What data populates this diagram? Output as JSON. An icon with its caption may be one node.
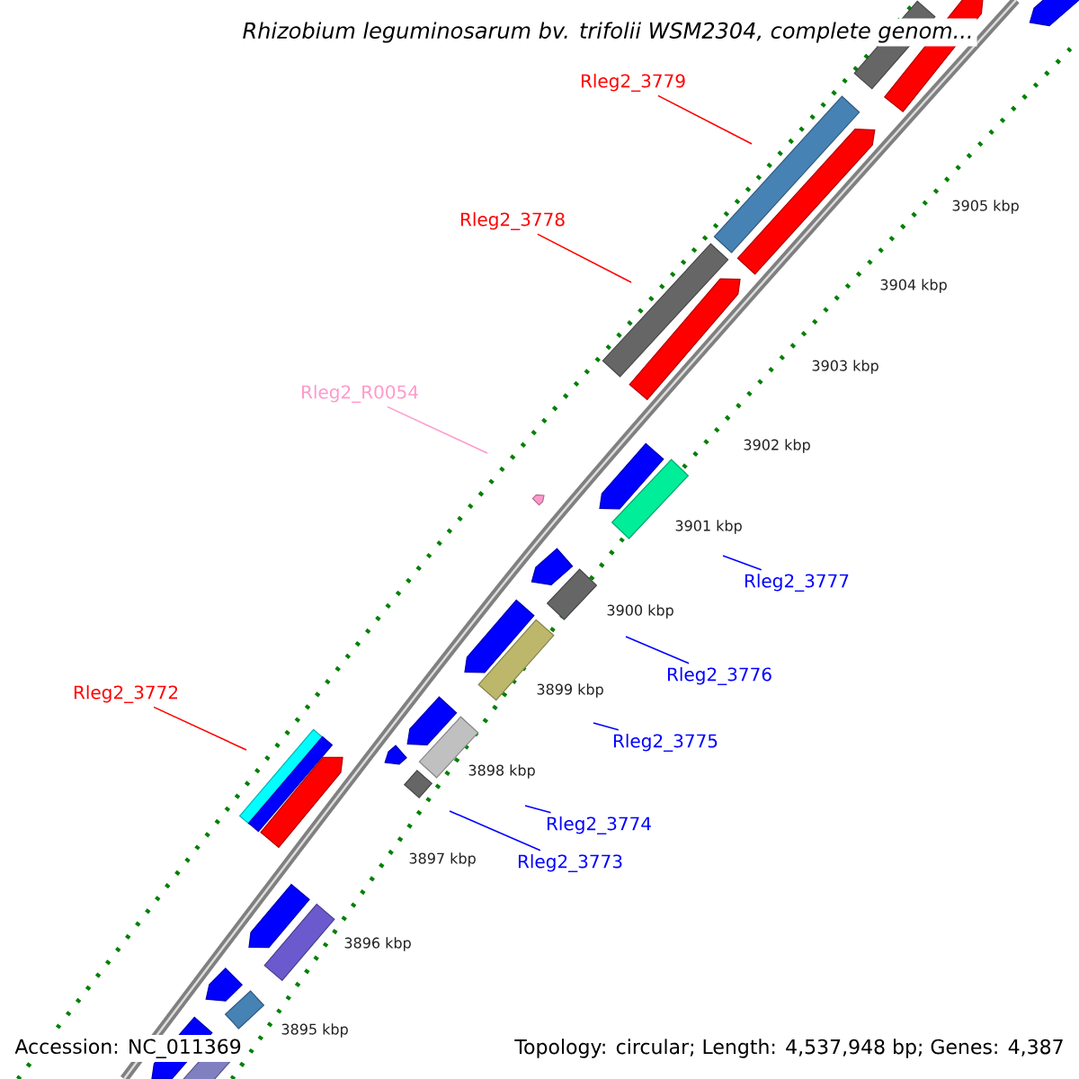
{
  "diagram": {
    "title": "Rhizobium leguminosarum bv. trifolii WSM2304, complete genom...",
    "nodes": [
      {
        "text": [
          "Rleg2_3779"
        ]
      },
      {
        "text": [
          "Rleg2_3778"
        ]
      },
      {
        "text": [
          "Rleg2_R0054"
        ]
      },
      {
        "text": [
          "Rleg2_3777"
        ]
      },
      {
        "text": [
          "Rleg2_3772"
        ]
      },
      {
        "text": [
          "Rleg2_3776"
        ]
      },
      {
        "text": [
          "Rleg2_3775"
        ]
      },
      {
        "text": [
          "Rleg2_3774"
        ]
      },
      {
        "text": [
          "Rleg2_3773"
        ]
      }
    ],
    "edges": [
      {
        "from": 0,
        "to": null,
        "arrow": "none",
        "color": "#ff0000"
      },
      {
        "from": 1,
        "to": null,
        "arrow": "none",
        "color": "#ff0000"
      },
      {
        "from": 2,
        "to": null,
        "arrow": "none",
        "color": "#ff99cc"
      },
      {
        "from": 3,
        "to": null,
        "arrow": "none"
      },
      {
        "from": 4,
        "to": null,
        "arrow": "none",
        "color": "#ff0000"
      },
      {
        "from": 5,
        "to": null,
        "arrow": "none"
      },
      {
        "from": 6,
        "to": null,
        "arrow": "none"
      },
      {
        "from": 7,
        "to": null,
        "arrow": "none"
      },
      {
        "from": 8,
        "to": null,
        "arrow": "none"
      }
    ],
    "labels": [
      "3905 kbp",
      "3904 kbp",
      "3903 kbp",
      "3902 kbp",
      "3901 kbp",
      "3900 kbp",
      "3899 kbp",
      "3898 kbp",
      "3897 kbp",
      "3896 kbp",
      "3895 kbp",
      "Accession: NC_011369",
      "Topology: circular; Length: 4,537,948 bp; Genes: 4,387"
    ]
  }
}
